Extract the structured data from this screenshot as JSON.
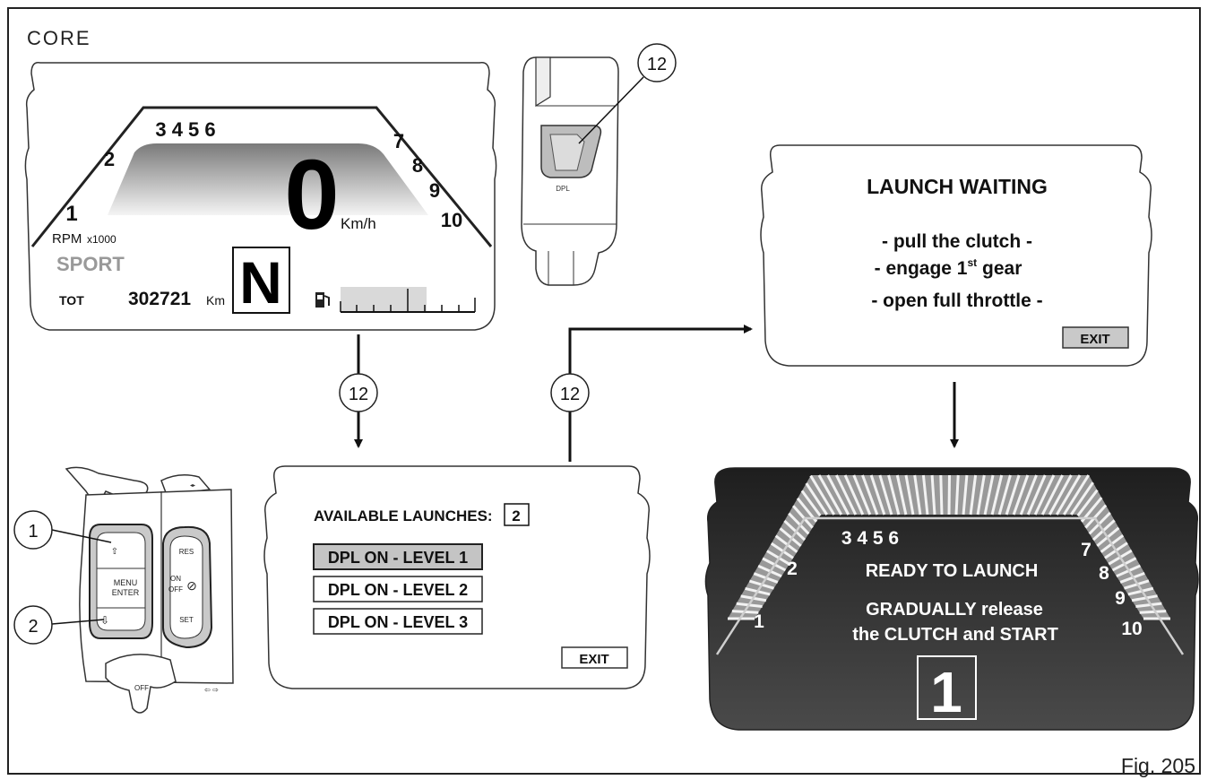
{
  "section_label": "CORE",
  "figure_label": "Fig. 205",
  "callouts": {
    "one": "1",
    "two": "2",
    "twelve": "12"
  },
  "dash_standard": {
    "rpm_ticks": [
      "1",
      "2",
      "3 4 5 6",
      "7",
      "8",
      "9",
      "10"
    ],
    "rpm_unit": "RPM",
    "rpm_scale": "x1000",
    "speed": "0",
    "speed_unit": "Km/h",
    "mode": "SPORT",
    "tot_label": "TOT",
    "odometer": "302721",
    "odometer_unit": "Km",
    "gear": "N"
  },
  "switch_labels": {
    "dpl": "DPL",
    "menu": "MENU",
    "enter": "ENTER",
    "on": "ON",
    "off": "OFF",
    "res": "RES",
    "set": "SET",
    "off_lower": "OFF"
  },
  "launch_menu": {
    "title": "AVAILABLE LAUNCHES:",
    "count": "2",
    "options": [
      "DPL ON - LEVEL 1",
      "DPL ON - LEVEL 2",
      "DPL ON - LEVEL 3"
    ],
    "selected_index": 0,
    "exit": "EXIT"
  },
  "launch_waiting": {
    "title": "LAUNCH WAITING",
    "line1": "- pull the clutch -",
    "line2_pre": "- engage 1",
    "line2_sup": "st",
    "line2_post": " gear",
    "line3": "- open full throttle -",
    "exit": "EXIT"
  },
  "ready_dash": {
    "rpm_ticks": [
      "1",
      "2",
      "3 4 5 6",
      "7",
      "8",
      "9",
      "10"
    ],
    "line1": "READY TO LAUNCH",
    "line2": "GRADUALLY release",
    "line3": "the CLUTCH and START",
    "gear": "1"
  }
}
